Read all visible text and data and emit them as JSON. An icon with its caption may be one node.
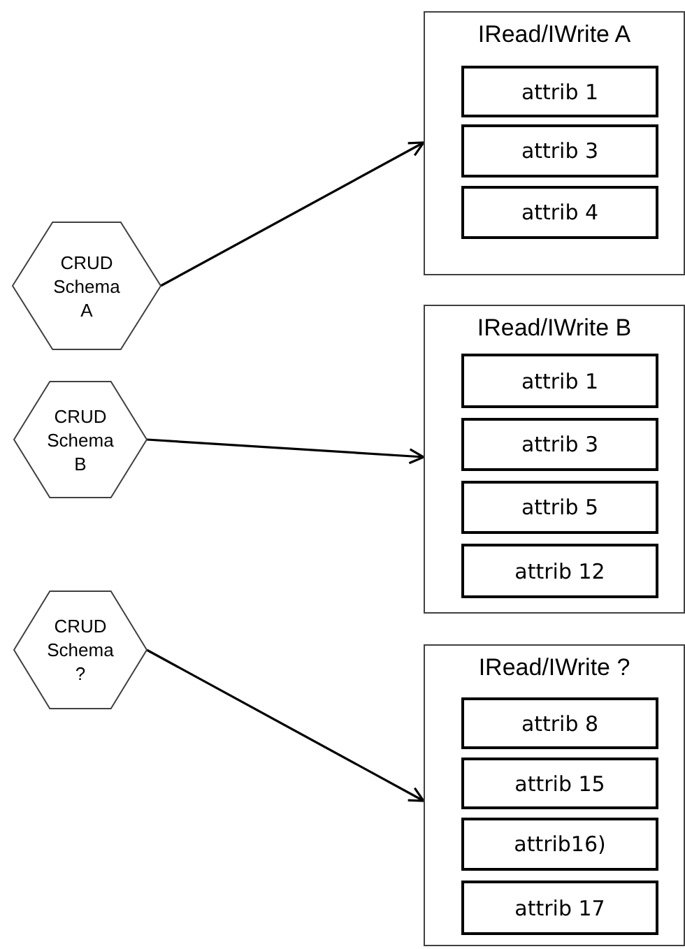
{
  "diagram": {
    "nodes": [
      {
        "text": [
          "IRead/IWrite A"
        ]
      },
      {
        "text": [
          "attrib 1"
        ],
        "in": 0
      },
      {
        "text": [
          "attrib 3"
        ],
        "in": 0
      },
      {
        "text": [
          "attrib 4"
        ],
        "in": 0
      },
      {
        "text": [
          "CRUD Schema A"
        ]
      },
      {
        "text": [
          "IRead/IWrite B"
        ]
      },
      {
        "text": [
          "attrib 1"
        ],
        "in": 5
      },
      {
        "text": [
          "attrib 3"
        ],
        "in": 5
      },
      {
        "text": [
          "attrib 5"
        ],
        "in": 5
      },
      {
        "text": [
          "attrib 12"
        ],
        "in": 5
      },
      {
        "text": [
          "CRUD Schema B"
        ]
      },
      {
        "text": [
          "CRUD Schema ?"
        ]
      },
      {
        "text": [
          "IRead/IWrite ?"
        ]
      },
      {
        "text": [
          "attrib 8"
        ],
        "in": 12
      },
      {
        "text": [
          "attrib 15"
        ],
        "in": 12
      },
      {
        "text": [
          "attrib16)"
        ],
        "in": 12
      },
      {
        "text": [
          "attrib 17"
        ],
        "in": 12
      }
    ],
    "edges": [
      {
        "from": 4,
        "to": 0,
        "arrow": "to"
      },
      {
        "from": 10,
        "to": 5,
        "arrow": "to"
      },
      {
        "from": 11,
        "to": 12,
        "arrow": "to"
      }
    ]
  }
}
